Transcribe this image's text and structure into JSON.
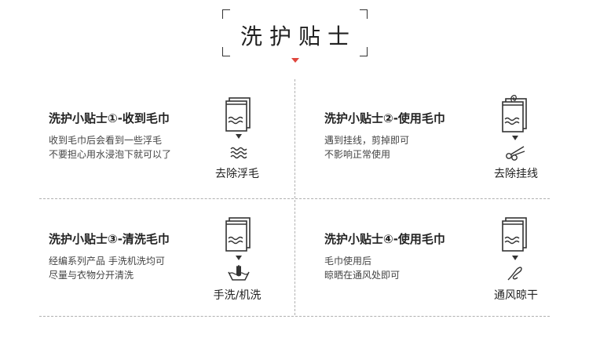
{
  "title": "洗护贴士",
  "tips": [
    {
      "heading": "洗护小贴士①-收到毛巾",
      "desc_lines": [
        "收到毛巾后会看到一些浮毛",
        "不要担心用水浸泡下就可以了"
      ],
      "icon": "towel-icon",
      "action_icon": "water-waves-icon",
      "action_label": "去除浮毛"
    },
    {
      "heading": "洗护小贴士②-使用毛巾",
      "desc_lines": [
        "遇到挂线，剪掉即可",
        "不影响正常使用"
      ],
      "icon": "towel-with-loose-thread-icon",
      "action_icon": "scissors-icon",
      "action_label": "去除挂线"
    },
    {
      "heading": "洗护小贴士③-清洗毛巾",
      "desc_lines": [
        "经编系列产品 手洗机洗均可",
        "尽量与衣物分开清洗"
      ],
      "icon": "towel-icon",
      "action_icon": "hand-wash-basin-icon",
      "action_label": "手洗/机洗"
    },
    {
      "heading": "洗护小贴士④-使用毛巾",
      "desc_lines": [
        "毛巾使用后",
        "晾晒在通风处即可"
      ],
      "icon": "towel-icon",
      "action_icon": "air-dry-icon",
      "action_label": "通风晾干"
    }
  ],
  "colors": {
    "accent": "#e0463d",
    "text": "#222222",
    "divider": "#b0b0b0"
  }
}
